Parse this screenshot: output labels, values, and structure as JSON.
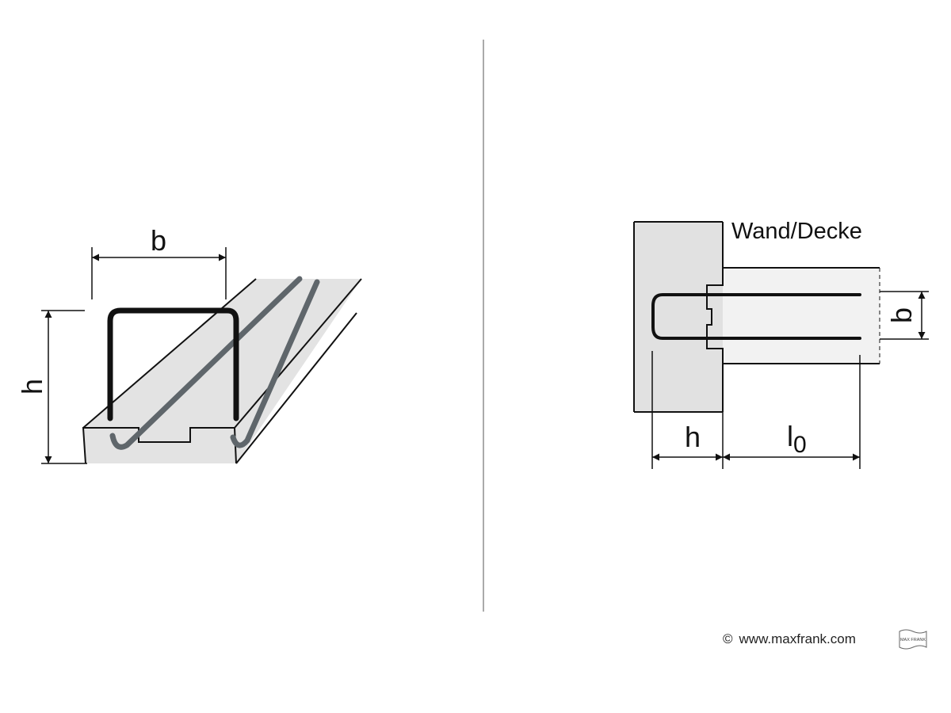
{
  "left_view": {
    "dimension_width": "b",
    "dimension_height": "h"
  },
  "right_view": {
    "wall_label": "Wand/Decke",
    "dimension_width": "b",
    "dimension_height": "h",
    "dimension_length_base": "l",
    "dimension_length_sub": "0"
  },
  "footer": {
    "copyright_symbol": "©",
    "website": "www.maxfrank.com",
    "logo_text": "MAX FRANK"
  },
  "colors": {
    "line": "#111111",
    "rebar_dark": "#111111",
    "rebar_grey": "#5f666b",
    "profile_fill": "#e3e3e3",
    "wall_fill": "#e1e1e1",
    "beam_fill": "#f2f2f2",
    "divider": "#aaaaaa"
  }
}
